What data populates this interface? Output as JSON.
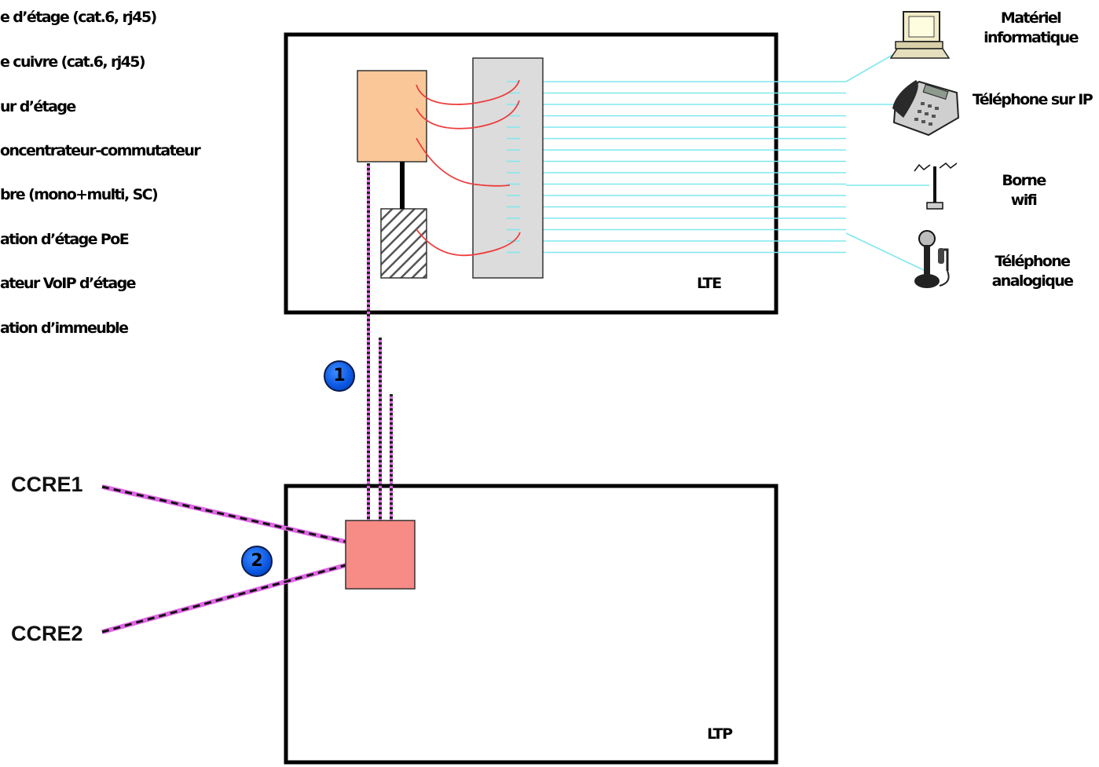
{
  "legend": {
    "items": [
      "e d’étage (cat.6, rj45)",
      "e cuivre (cat.6, rj45)",
      "ur d’étage",
      "oncentrateur-commutateur",
      "bre (mono+multi, SC)",
      "ation d’étage PoE",
      "ateur VoIP d’étage",
      "ation d’immeuble"
    ]
  },
  "rooms": {
    "lte_label": "LTE",
    "ltp_label": "LTP"
  },
  "devices": {
    "computer": "Matériel informatique",
    "ip_phone": "Téléphone sur IP",
    "wifi": "Borne wifi",
    "analog_phone": "Téléphone analogique"
  },
  "links": {
    "ccre1": "CCRE1",
    "ccre2": "CCRE2"
  },
  "badges": {
    "one": "1",
    "two": "2"
  },
  "colors": {
    "cable_copper": "#7ee8ee",
    "patch_cord": "#ee3b3b",
    "fiber": "#e066e6",
    "switch_box": "#fac898",
    "patch_panel": "#dcdcdc",
    "building_node": "#f78b85",
    "badge": "#0a56e0"
  }
}
